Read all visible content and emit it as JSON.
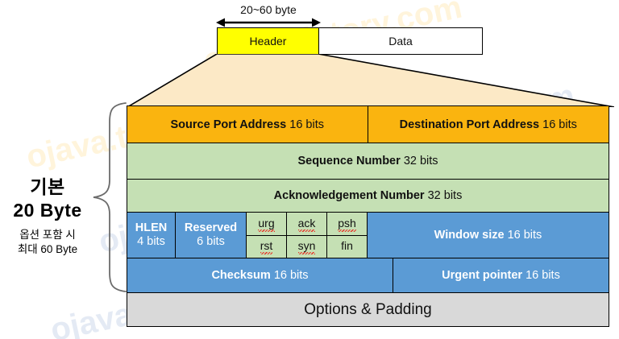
{
  "dimension": {
    "label": "20~60 byte",
    "arrow_icon": "double-arrow-horizontal-icon"
  },
  "packet": {
    "header_label": "Header",
    "data_label": "Data",
    "header_color": "#FFFF00",
    "data_color": "#FFFFFF"
  },
  "left_annotation": {
    "line1": "기본",
    "line2": "20 Byte",
    "line3": "옵션 포함 시",
    "line4": "최대 60 Byte",
    "brace_icon": "curly-brace-icon"
  },
  "colors": {
    "orange": "#FAB40F",
    "green": "#C5E0B4",
    "blue": "#5B9BD5",
    "gray": "#D9D9D9",
    "funnel": "#FCE9C6",
    "border": "#000000"
  },
  "header_table": {
    "rows": [
      {
        "name": "ports",
        "cells": [
          {
            "label": "Source Port Address",
            "size": "16 bits"
          },
          {
            "label": "Destination Port Address",
            "size": "16 bits"
          }
        ]
      },
      {
        "name": "sequence",
        "cells": [
          {
            "label": "Sequence Number",
            "size": "32 bits"
          }
        ]
      },
      {
        "name": "acknowledgement",
        "cells": [
          {
            "label": "Acknowledgement Number",
            "size": "32 bits"
          }
        ]
      },
      {
        "name": "flags",
        "hlen": {
          "label": "HLEN",
          "size": "4 bits"
        },
        "reserved": {
          "label": "Reserved",
          "size": "6 bits"
        },
        "flags": [
          {
            "label": "urg",
            "misspelled": true
          },
          {
            "label": "ack",
            "misspelled": true
          },
          {
            "label": "psh",
            "misspelled": true
          },
          {
            "label": "rst",
            "misspelled": true
          },
          {
            "label": "syn",
            "misspelled": true
          },
          {
            "label": "fin",
            "misspelled": false
          }
        ],
        "window": {
          "label": "Window size",
          "size": "16 bits"
        }
      },
      {
        "name": "checksum",
        "cells": [
          {
            "label": "Checksum",
            "size": "16 bits"
          },
          {
            "label": "Urgent pointer",
            "size": "16 bits"
          }
        ]
      },
      {
        "name": "options",
        "cells": [
          {
            "label": "Options & Padding",
            "size": ""
          }
        ]
      }
    ]
  },
  "watermark": {
    "text": "ojava.tistory.com"
  }
}
